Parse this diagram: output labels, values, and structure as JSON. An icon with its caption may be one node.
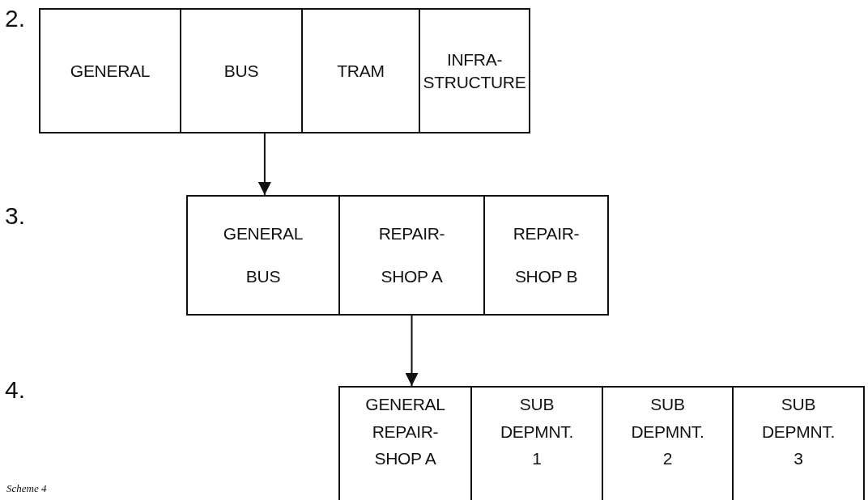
{
  "diagram": {
    "caption": "Scheme 4",
    "nodes": [
      {
        "text": [
          "GENERAL"
        ]
      },
      {
        "text": [
          "BUS"
        ]
      },
      {
        "text": [
          "TRAM"
        ]
      },
      {
        "text": [
          "INFRA- STRUCTURE"
        ]
      },
      {
        "text": [
          "GENERAL BUS"
        ]
      },
      {
        "text": [
          "REPAIR- SHOP A"
        ]
      },
      {
        "text": [
          "REPAIR- SHOP B"
        ]
      },
      {
        "text": [
          "GENERAL REPAIR- SHOP A"
        ]
      },
      {
        "text": [
          "SUB DEPMNT. 1"
        ]
      },
      {
        "text": [
          "SUB DEPMNT. 2"
        ]
      },
      {
        "text": [
          "SUB DEPMNT. 3"
        ]
      }
    ],
    "edges": [
      {
        "from": 1,
        "to": 4,
        "arrow": "to"
      },
      {
        "from": 5,
        "to": 7,
        "arrow": "to"
      }
    ],
    "labels": [
      "2.",
      "3.",
      "4."
    ]
  }
}
